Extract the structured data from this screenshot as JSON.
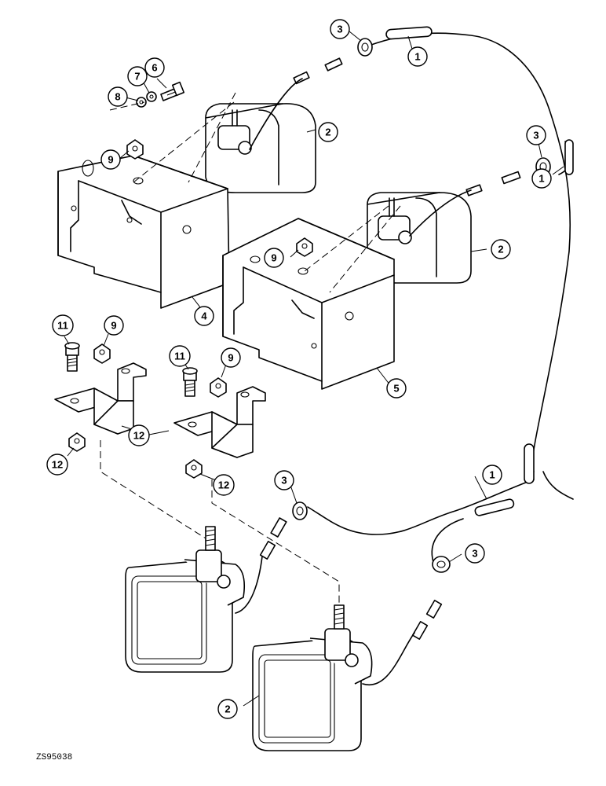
{
  "figure": {
    "reference_code": "ZS95038"
  },
  "callouts": {
    "c1a": "1",
    "c1b": "1",
    "c1c": "1",
    "c2a": "2",
    "c2b": "2",
    "c2c": "2",
    "c3a": "3",
    "c3b": "3",
    "c3c": "3",
    "c3d": "3",
    "c4": "4",
    "c5": "5",
    "c6": "6",
    "c7": "7",
    "c8": "8",
    "c9a": "9",
    "c9b": "9",
    "c9c": "9",
    "c9d": "9",
    "c11a": "11",
    "c11b": "11",
    "c12a": "12",
    "c12b": "12",
    "c12c": "12"
  }
}
